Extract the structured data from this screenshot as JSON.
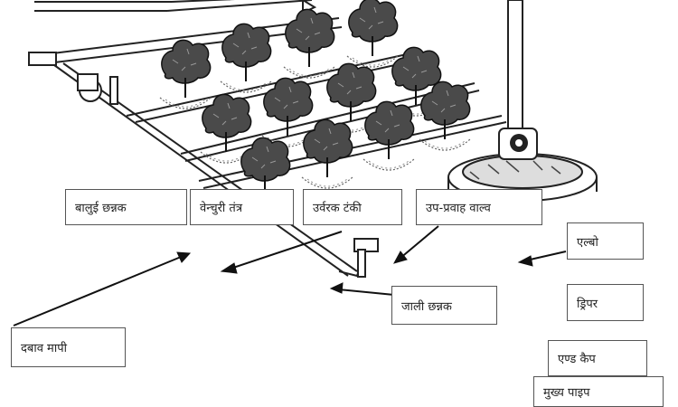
{
  "diagram": {
    "labels": {
      "sand_filter": "बालुई छन्नक",
      "venturi": "वेन्चुरी तंत्र",
      "fertilizer_tank": "उर्वरक टंकी",
      "flow_valve": "उप-प्रवाह वाल्व",
      "pressure_gauge": "दबाव मापी",
      "screen_filter": "जाली छन्नक",
      "elbow": "एल्बो",
      "dripper": "ड्रिपर",
      "end_cap": "एण्ड कैप",
      "main_pipe": "मुख्य पाइप"
    }
  }
}
